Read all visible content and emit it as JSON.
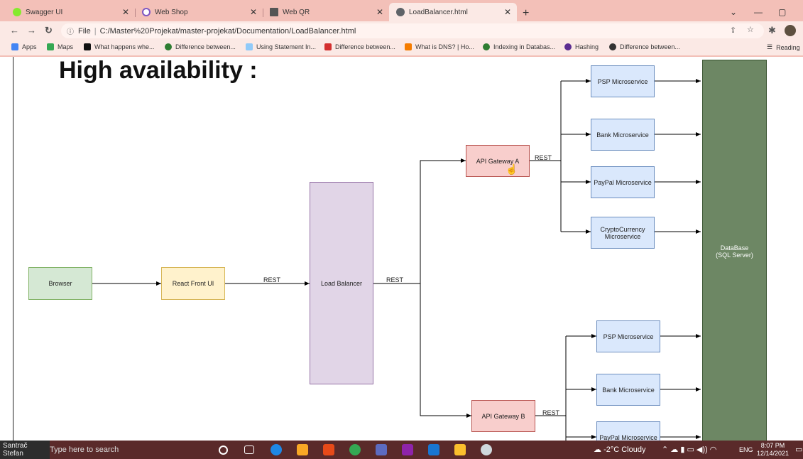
{
  "browser": {
    "tabs": [
      {
        "label": "Swagger UI",
        "color": "#85ea2d"
      },
      {
        "label": "Web Shop",
        "color": "#7e57c2"
      },
      {
        "label": "Web QR",
        "color": "#555555"
      },
      {
        "label": "LoadBalancer.html",
        "color": "#5f6368"
      }
    ],
    "new_tab": "+",
    "address": {
      "scheme_label": "File",
      "url": "C:/Master%20Projekat/master-projekat/Documentation/LoadBalancer.html"
    },
    "bookmarks": [
      {
        "label": "Apps",
        "color": "#4285f4"
      },
      {
        "label": "Maps",
        "color": "#34a853"
      },
      {
        "label": "What happens whe...",
        "color": "#111111"
      },
      {
        "label": "Difference between...",
        "color": "#2e7d32"
      },
      {
        "label": "Using Statement In...",
        "color": "#90caf9"
      },
      {
        "label": "Difference between...",
        "color": "#d32f2f"
      },
      {
        "label": "What is DNS? | Ho...",
        "color": "#f57c00"
      },
      {
        "label": "Indexing in Databas...",
        "color": "#2e7d32"
      },
      {
        "label": "Hashing",
        "color": "#5c2d91"
      },
      {
        "label": "Difference between...",
        "color": "#333333"
      }
    ],
    "reading_list": "Reading"
  },
  "diagram": {
    "title": "High availability :",
    "nodes": {
      "browser": "Browser",
      "react": "React Front UI",
      "lb": "Load Balancer",
      "gw_a": "API Gateway A",
      "gw_b": "API Gateway B",
      "psp_a": "PSP Microservice",
      "bank_a": "Bank Microservice",
      "paypal_a": "PayPal Microservice",
      "crypto_a": "CryptoCurrency Microservice",
      "psp_b": "PSP Microservice",
      "bank_b": "Bank Microservice",
      "paypal_b": "PayPal Microservice",
      "db_line1": "DataBase",
      "db_line2": "(SQL Server)"
    },
    "edge_labels": {
      "react_lb": "REST",
      "lb_split": "REST",
      "gw_a": "REST",
      "gw_b": "REST"
    }
  },
  "taskbar": {
    "user": "Santrač Stefan",
    "search_placeholder": "Type here to search",
    "weather": "-2°C Cloudy",
    "lang": "ENG",
    "time": "8:07 PM",
    "date": "12/14/2021"
  }
}
